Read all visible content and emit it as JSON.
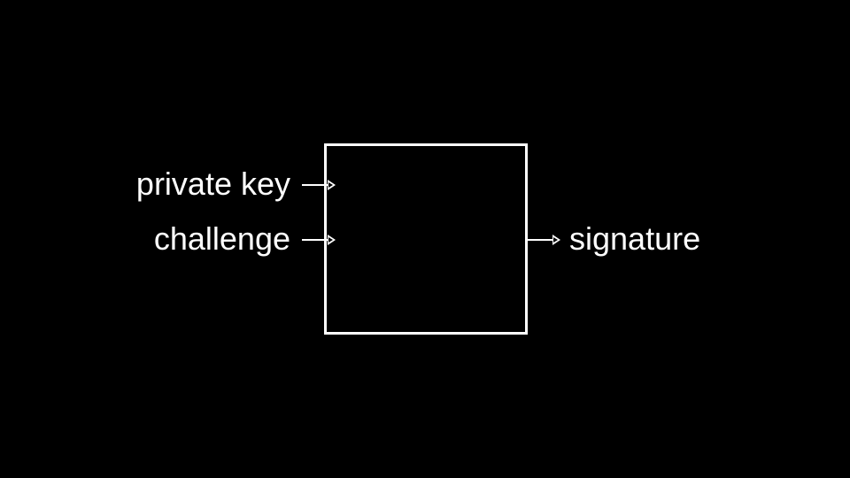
{
  "diagram": {
    "background_color": "#000000",
    "foreground_color": "#ffffff",
    "inputs": [
      {
        "label": "private key"
      },
      {
        "label": "challenge"
      }
    ],
    "outputs": [
      {
        "label": "signature"
      }
    ],
    "box": {
      "label": ""
    }
  }
}
